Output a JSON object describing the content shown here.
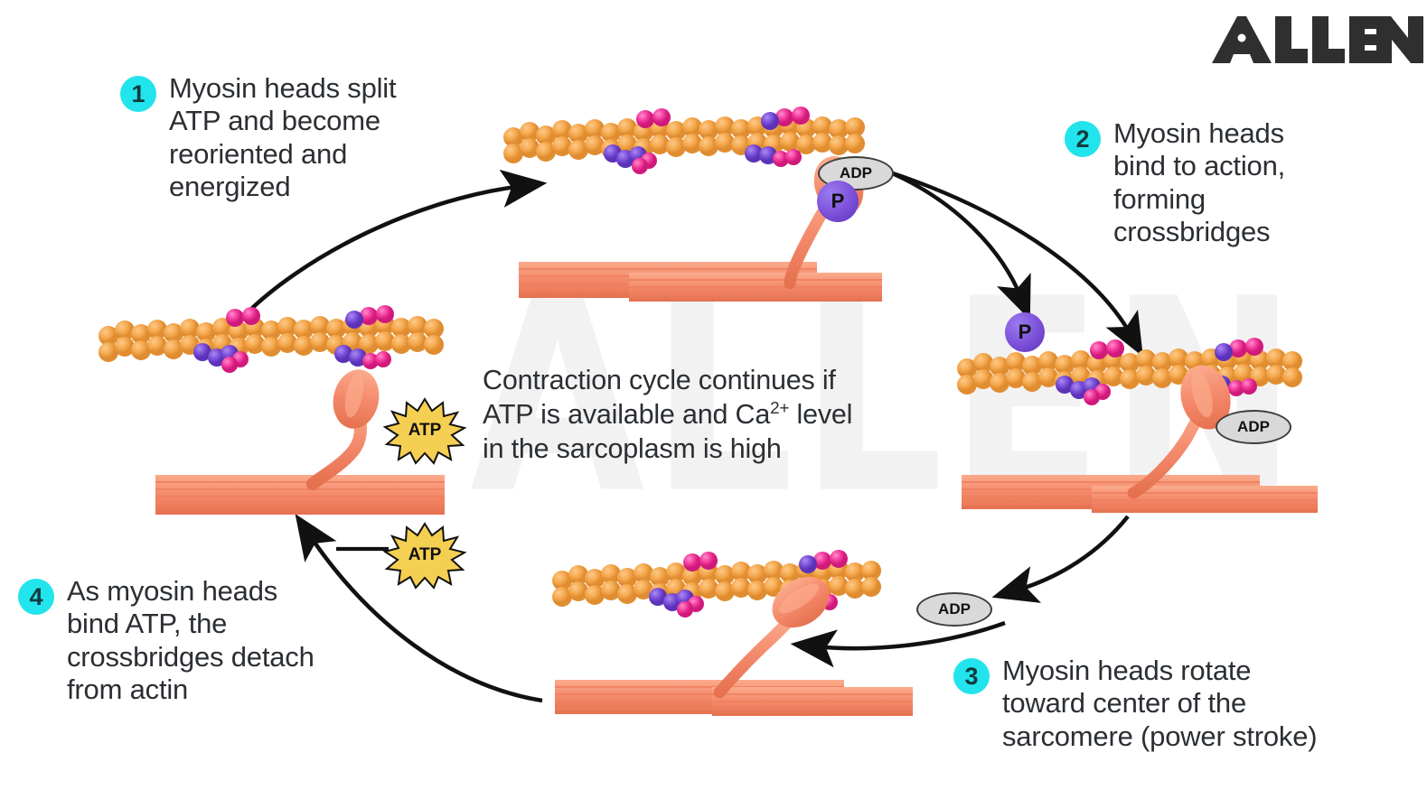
{
  "brand": {
    "logo_text": "ALLEN",
    "watermark_text": "ALLEN"
  },
  "colors": {
    "badge_cyan": "#22e4ec",
    "badge_number": "#123b3f",
    "text_dark": "#2b2f33",
    "actin_orange": "#f5a94e",
    "myosin_salmon": "#f4896b",
    "troponin_purple": "#7b4fd8",
    "tropomyosin_pink": "#f2399c",
    "atp_yellow": "#f5cf52",
    "adp_gray": "#d9d9d9",
    "arrow_black": "#111111",
    "watermark_gray": "#f2f2f2"
  },
  "caption": {
    "line1": "Contraction cycle continues if",
    "line2_a": "ATP is available and Ca",
    "line2_sup": "2+",
    "line2_b": " level",
    "line3": "in the sarcoplasm is high"
  },
  "steps": [
    {
      "number": "1",
      "lines": [
        "Myosin heads split",
        "ATP and become",
        "reoriented and",
        "energized"
      ]
    },
    {
      "number": "2",
      "lines": [
        "Myosin heads",
        "bind to action,",
        "forming",
        "crossbridges"
      ]
    },
    {
      "number": "3",
      "lines": [
        "Myosin heads rotate",
        "toward center of the",
        "sarcomere (power stroke)"
      ]
    },
    {
      "number": "4",
      "lines": [
        "As myosin heads",
        "bind ATP, the",
        "crossbridges detach",
        "from actin"
      ]
    }
  ],
  "molecules": {
    "adp_top": "ADP",
    "adp_right": "ADP",
    "adp_bottom": "ADP",
    "p_on_head": "P",
    "p_released": "P",
    "atp_left_upper": "ATP",
    "atp_left_lower": "ATP"
  },
  "panels": [
    {
      "id": "panel-top",
      "state": "energized-head-with-ADP-and-P"
    },
    {
      "id": "panel-right",
      "state": "crossbridge-formed-ADP-bound"
    },
    {
      "id": "panel-bottom",
      "state": "power-stroke-head-rotated"
    },
    {
      "id": "panel-left",
      "state": "head-detached-ATP-bound"
    }
  ]
}
